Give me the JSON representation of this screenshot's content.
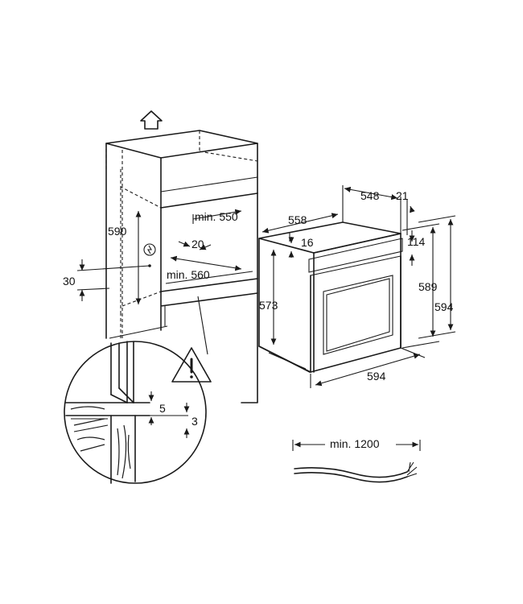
{
  "dimensions": {
    "up_arrow_icon": "arrow-up-icon",
    "niche": {
      "min_width": "min. 550",
      "height": "590",
      "depth_offset": "20",
      "min_depth": "min. 560",
      "socket_height": "30"
    },
    "oven": {
      "depth": "558",
      "body_depth": "548",
      "front_thickness": "21",
      "panel_offset": "16",
      "control_height": "114",
      "body_height": "573",
      "door_height": "589",
      "total_height": "594",
      "width": "594"
    },
    "detail": {
      "gap_top": "5",
      "gap_bottom": "3",
      "warning_icon": "warning-icon"
    },
    "cable": {
      "min_length": "min. 1200"
    }
  }
}
